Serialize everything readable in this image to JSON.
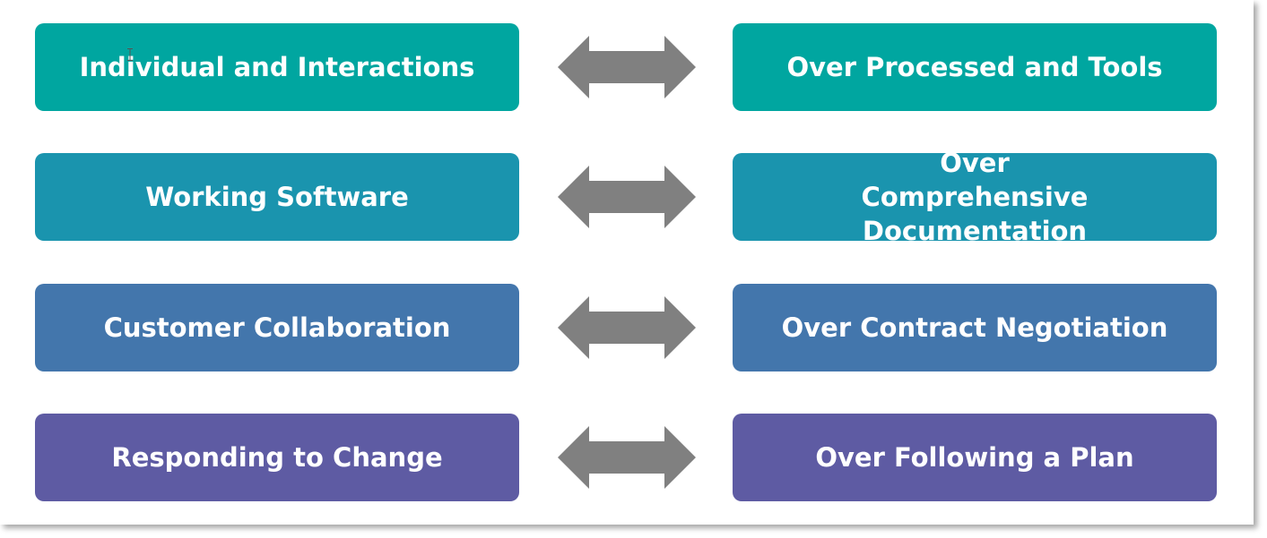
{
  "rows": [
    {
      "left": "Individual and Interactions",
      "right": "Over Processed and Tools",
      "color": "#00A6A0"
    },
    {
      "left": "Working Software",
      "right": "Over Comprehensive Documentation",
      "color": "#1A94AE"
    },
    {
      "left": "Customer Collaboration",
      "right": "Over Contract Negotiation",
      "color": "#4376AC"
    },
    {
      "left": "Responding to Change",
      "right": "Over Following a Plan",
      "color": "#5E5BA3"
    }
  ],
  "arrow_color": "#808080",
  "connector_icon": "double-headed-arrow-icon"
}
